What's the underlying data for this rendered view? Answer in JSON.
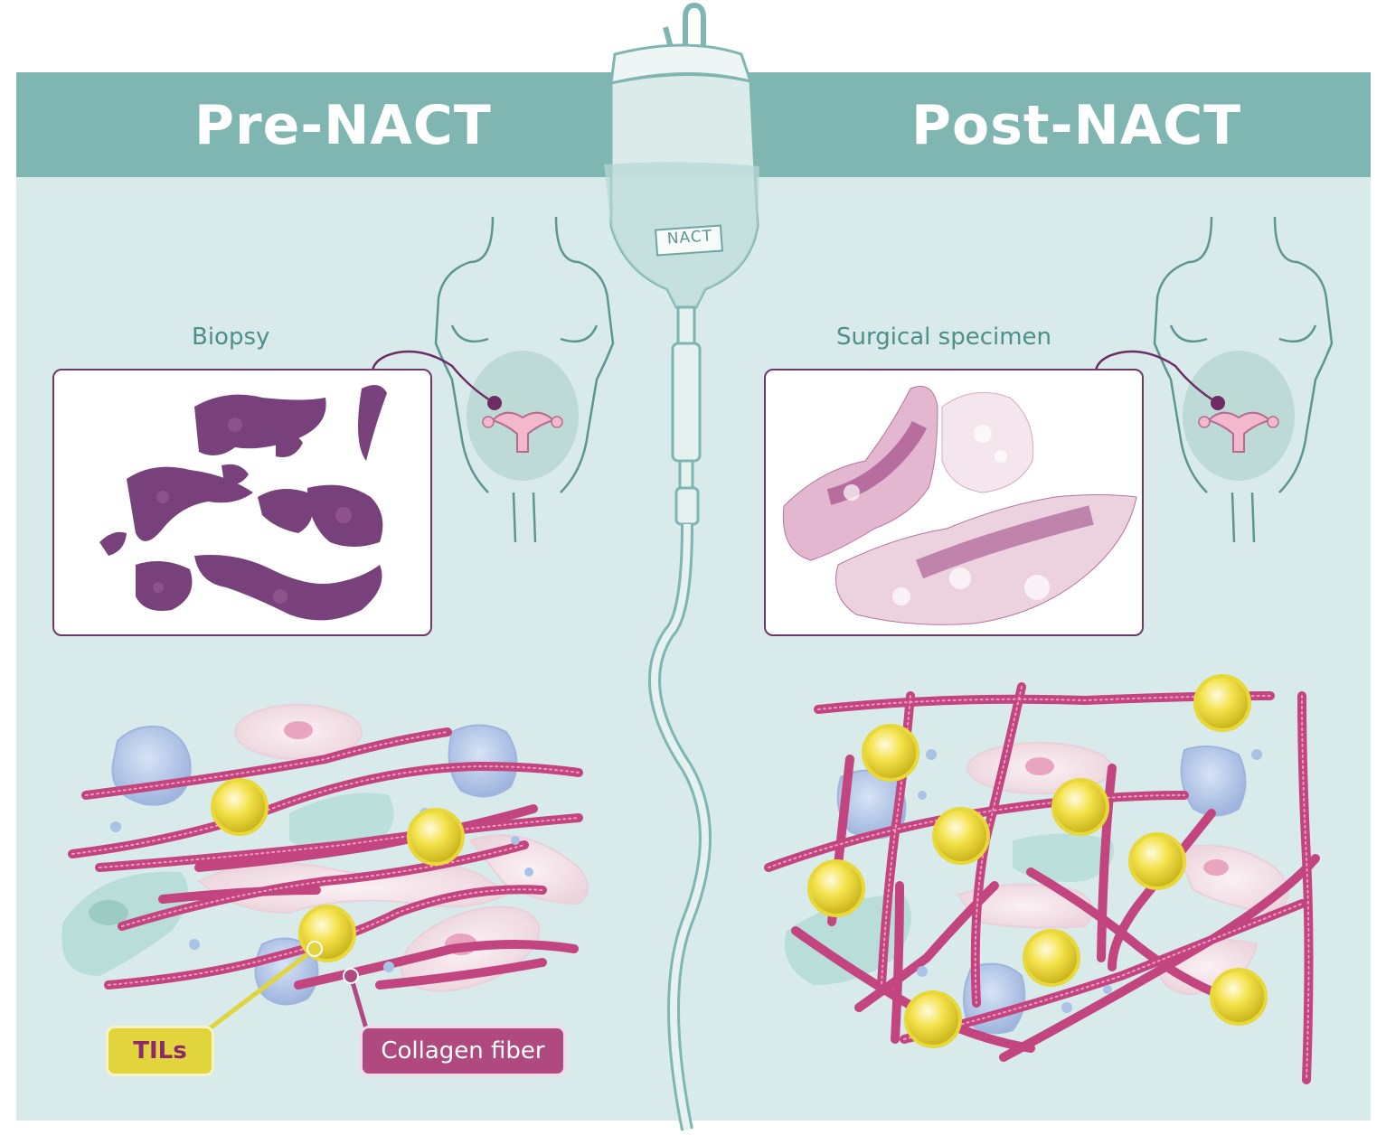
{
  "header": {
    "left_title": "Pre-NACT",
    "right_title": "Post-NACT"
  },
  "iv_bag": {
    "label": "NACT"
  },
  "left_panel": {
    "sample_caption": "Biopsy"
  },
  "right_panel": {
    "sample_caption": "Surgical specimen"
  },
  "legend": {
    "tils_label": "TILs",
    "collagen_label": "Collagen fiber"
  },
  "colors": {
    "banner": "#7fb6b1",
    "background": "#d8ebea",
    "collagen": "#c2457f",
    "til_yellow": "#e8d83a",
    "tissue_purple": "#6b2d6e"
  }
}
